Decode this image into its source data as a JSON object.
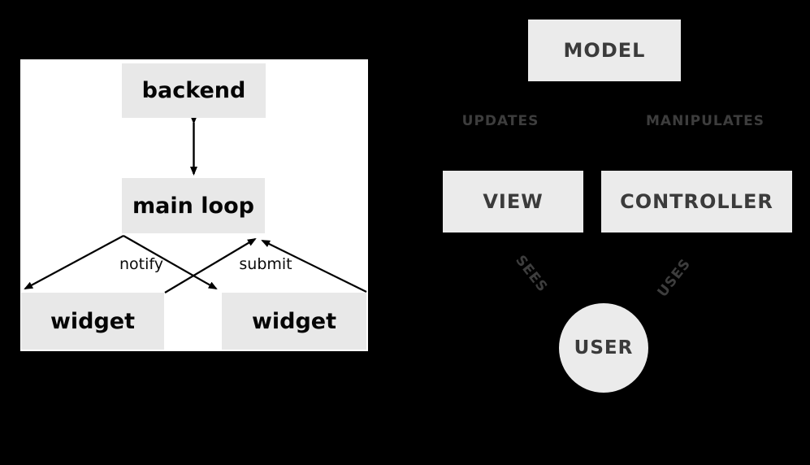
{
  "colors": {
    "background": "#000000",
    "gui_panel_bg": "#ffffff",
    "gui_node_fill": "#e8e8e8",
    "gui_text": "#050505",
    "mvc_node_fill": "#ebebeb",
    "mvc_text": "#3b3b3b",
    "mvc_edge_label_text": "#3d3d3d",
    "arrow": "#000000"
  },
  "gui_diagram": {
    "nodes": {
      "backend": "backend",
      "main_loop": "main loop",
      "widget_left": "widget",
      "widget_right": "widget"
    },
    "edge_labels": {
      "notify": "notify",
      "submit": "submit"
    }
  },
  "mvc_diagram": {
    "nodes": {
      "model": "MODEL",
      "view": "VIEW",
      "controller": "CONTROLLER",
      "user": "USER"
    },
    "edge_labels": {
      "updates": "UPDATES",
      "manipulates": "MANIPULATES",
      "sees": "SEES",
      "uses": "USES"
    }
  }
}
